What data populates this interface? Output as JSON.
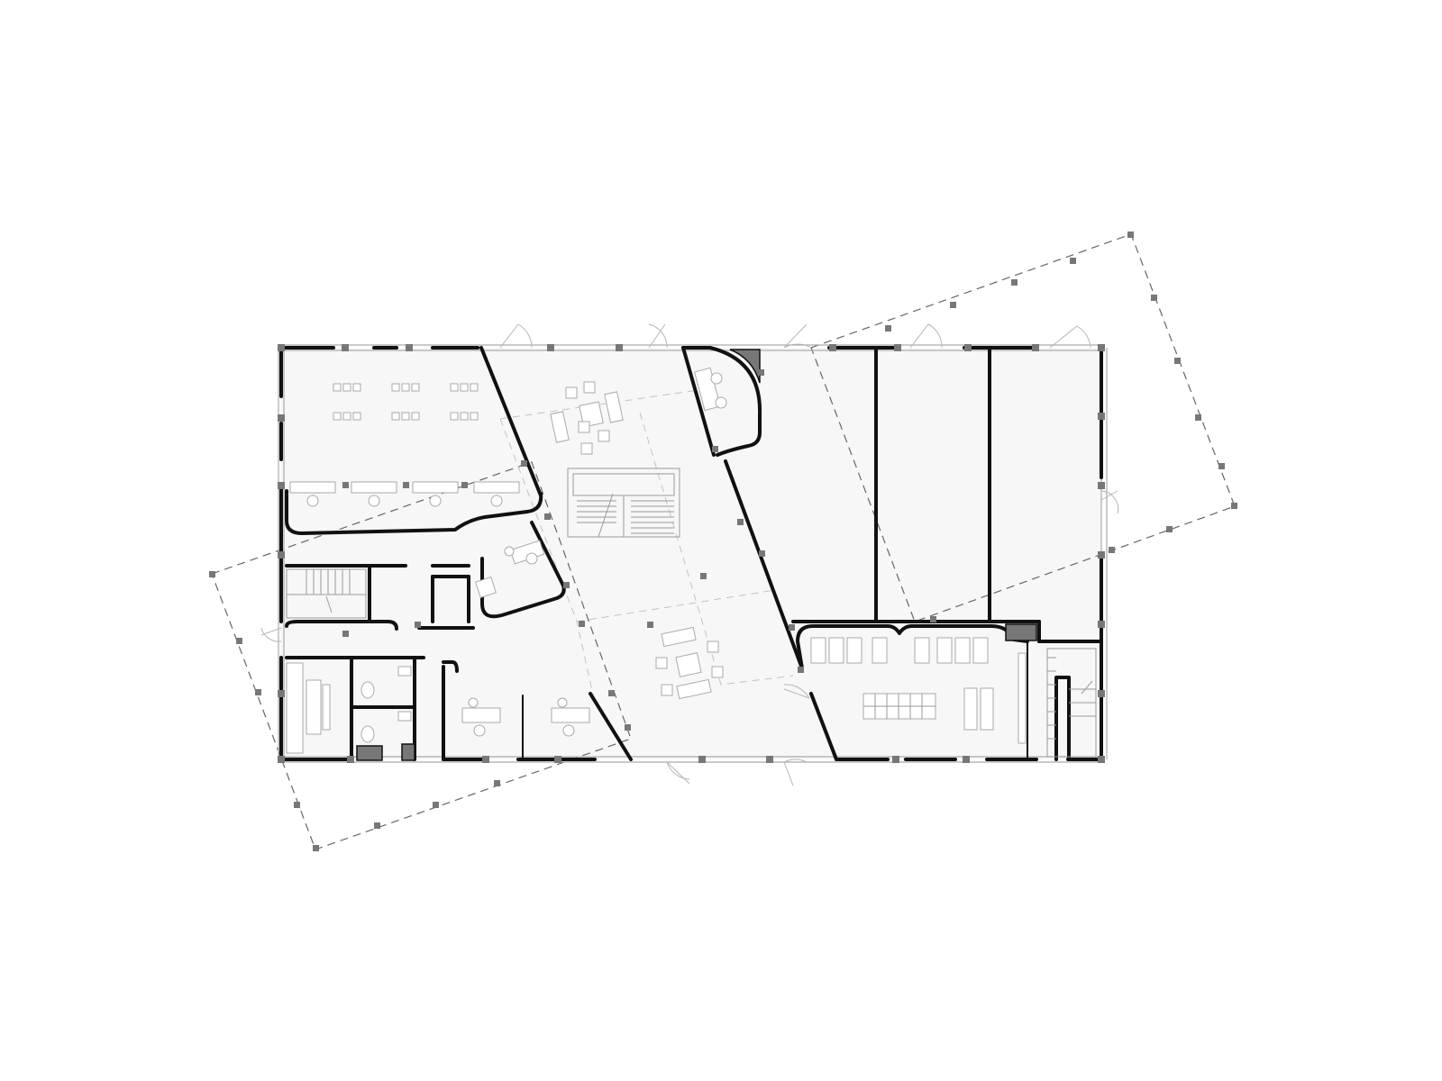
{
  "drawing": {
    "type": "architectural-floor-plan",
    "colors": {
      "background": "#ffffff",
      "floor_fill": "#f7f7f7",
      "wall": "#111111",
      "column": "#777777",
      "furniture": "#aaaaaa",
      "dashed_outline": "#666666"
    },
    "symbols": [
      "structural-column",
      "swing-door",
      "staircase",
      "desk",
      "chair",
      "sofa",
      "toilet",
      "washbasin",
      "glazing-line",
      "dashed-projection-outline"
    ]
  }
}
